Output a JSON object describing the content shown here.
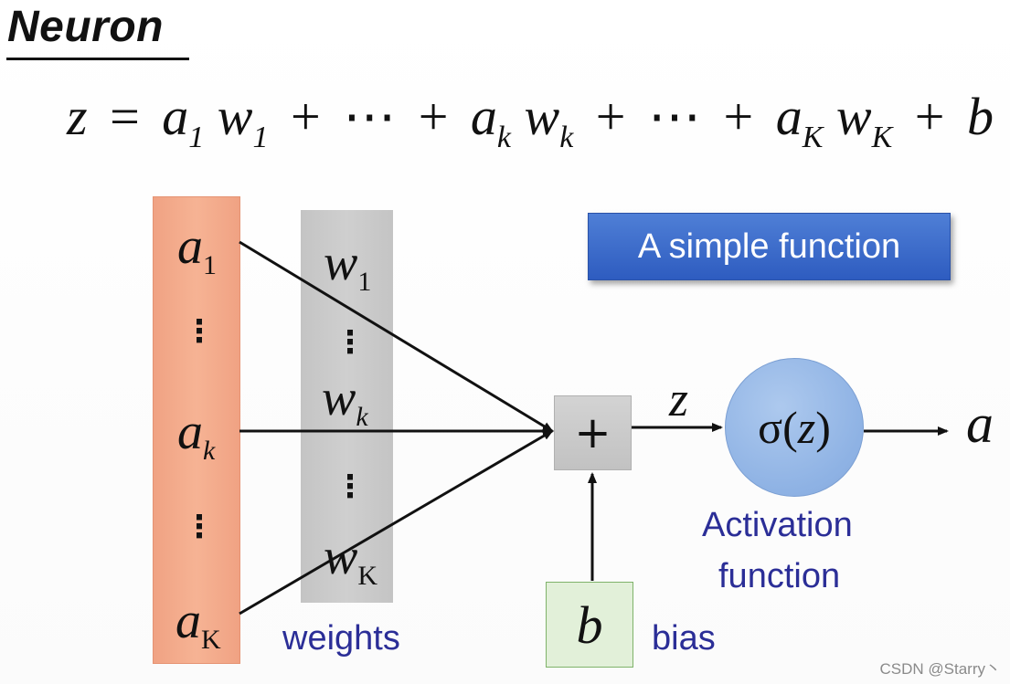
{
  "title": "Neuron",
  "formula": {
    "lhs": "z",
    "eq": "=",
    "a": "a",
    "w": "w",
    "sub_1": "1",
    "sub_k": "k",
    "sub_K": "K",
    "plus": "+",
    "dots": "⋯",
    "bias": "b"
  },
  "inputs": {
    "a_symbol": "a",
    "subs": [
      "1",
      "k",
      "K"
    ],
    "vdots": "⋮"
  },
  "weights": {
    "w_symbol": "w",
    "subs": [
      "1",
      "k",
      "K"
    ],
    "vdots": "⋮",
    "label": "weights"
  },
  "sum": {
    "symbol": "+"
  },
  "bias": {
    "symbol": "b",
    "label": "bias"
  },
  "z_label": "z",
  "activation": {
    "sigma": "σ",
    "arg": "z",
    "label_line1": "Activation",
    "label_line2": "function"
  },
  "output": "a",
  "banner": "A simple function",
  "watermark": "CSDN @Starry丶",
  "colors": {
    "input_fill": "#f6b394",
    "weight_fill": "#cfcfcf",
    "banner_fill": "#3b6bcc",
    "label_blue": "#2b2e97",
    "activation_fill": "#9dbde8",
    "bias_fill": "#e2f0d9"
  }
}
